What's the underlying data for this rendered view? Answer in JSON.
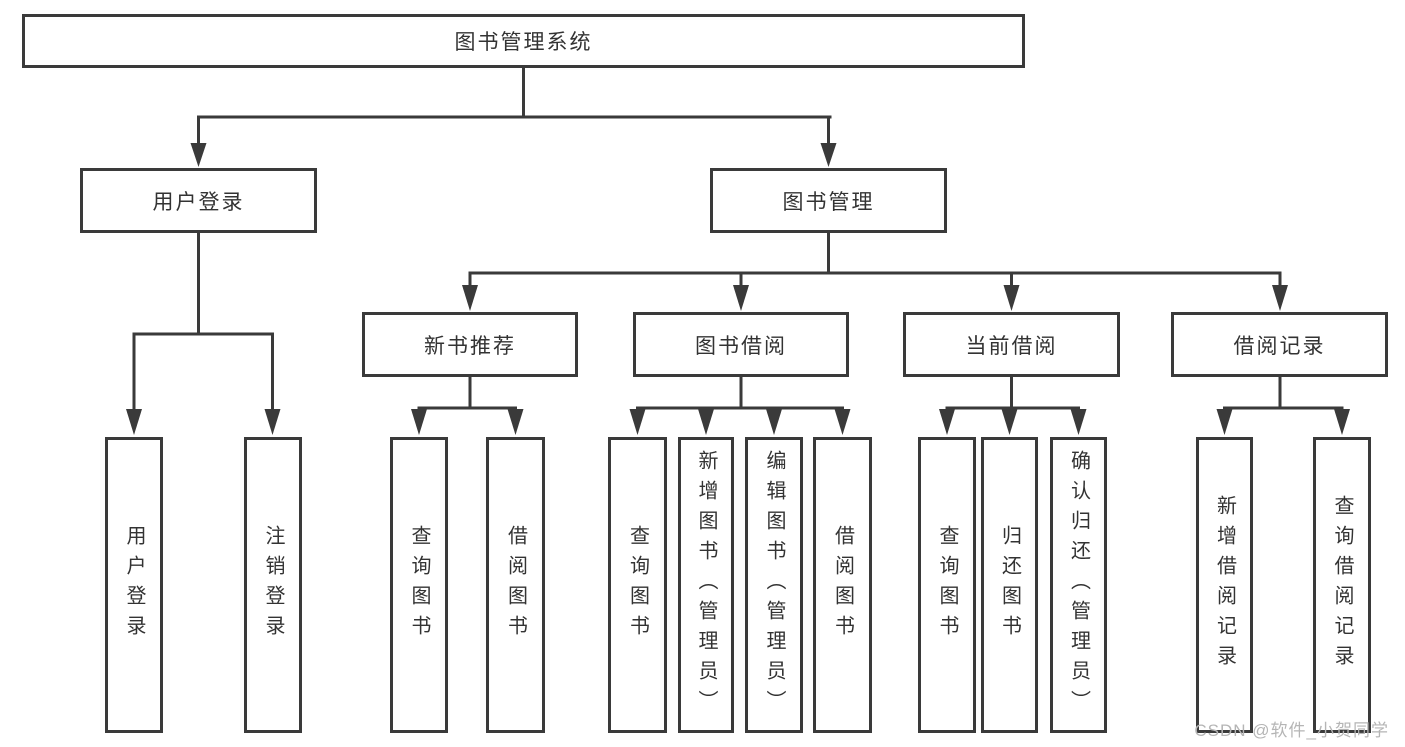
{
  "root": {
    "label": "图书管理系统"
  },
  "tree": {
    "user": {
      "label": "用户登录",
      "children": [
        {
          "label": "用户登录"
        },
        {
          "label": "注销登录"
        }
      ]
    },
    "book": {
      "label": "图书管理",
      "children": [
        {
          "label": "新书推荐",
          "children": [
            {
              "label": "查询图书"
            },
            {
              "label": "借阅图书"
            }
          ]
        },
        {
          "label": "图书借阅",
          "children": [
            {
              "label": "查询图书"
            },
            {
              "label": "新增图书（管理员）"
            },
            {
              "label": "编辑图书（管理员）"
            },
            {
              "label": "借阅图书"
            }
          ]
        },
        {
          "label": "当前借阅",
          "children": [
            {
              "label": "查询图书"
            },
            {
              "label": "归还图书"
            },
            {
              "label": "确认归还（管理员）"
            }
          ]
        },
        {
          "label": "借阅记录",
          "children": [
            {
              "label": "新增借阅记录"
            },
            {
              "label": "查询借阅记录"
            }
          ]
        }
      ]
    }
  },
  "watermark": "CSDN @软件_小贺同学",
  "colors": {
    "line": "#3a3a3a",
    "text": "#333333",
    "watermark": "#b5b5b5",
    "background": "#ffffff"
  }
}
